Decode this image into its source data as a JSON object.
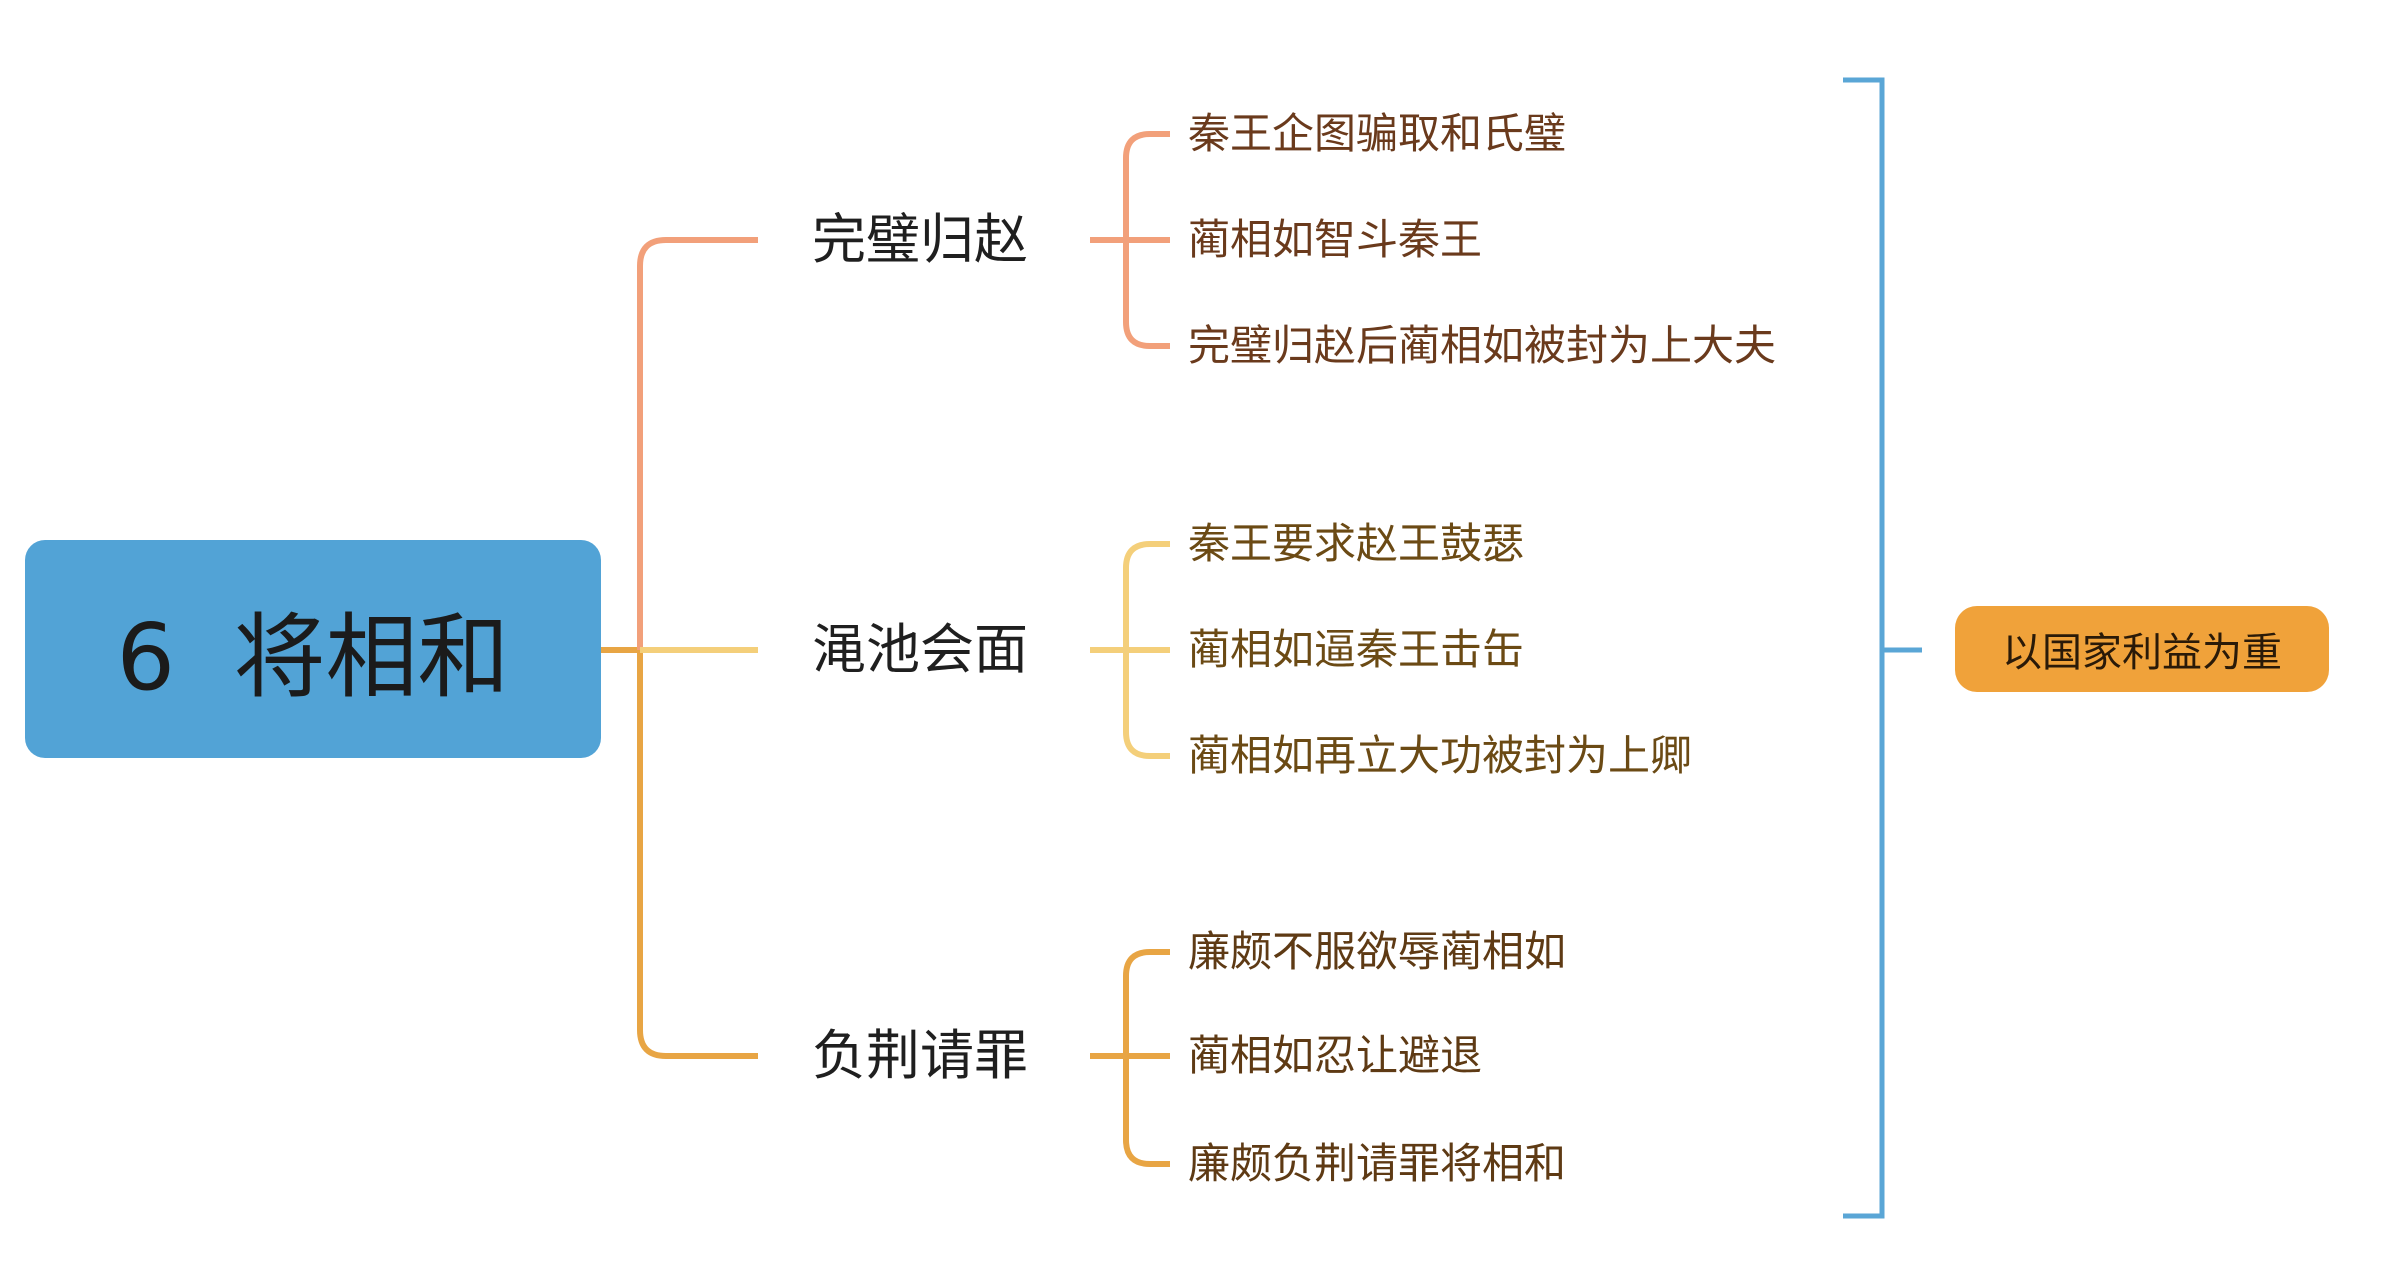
{
  "root": {
    "label": "6  将相和"
  },
  "branches": [
    {
      "label": "完璧归赵",
      "color": "#f2a07a",
      "leaves": [
        "秦王企图骗取和氏璧",
        "蔺相如智斗秦王",
        "完璧归赵后蔺相如被封为上大夫"
      ]
    },
    {
      "label": "渑池会面",
      "color": "#f4cf7a",
      "leaves": [
        "秦王要求赵王鼓瑟",
        "蔺相如逼秦王击缶",
        "蔺相如再立大功被封为上卿"
      ]
    },
    {
      "label": "负荆请罪",
      "color": "#e8a544",
      "leaves": [
        "廉颇不服欲辱蔺相如",
        "蔺相如忍让避退",
        "廉颇负荆请罪将相和"
      ]
    }
  ],
  "summary": {
    "label": "以国家利益为重",
    "color": "#f0a23a",
    "bracket_color": "#5aa6d6"
  },
  "colors": {
    "root": "#52a3d6"
  }
}
